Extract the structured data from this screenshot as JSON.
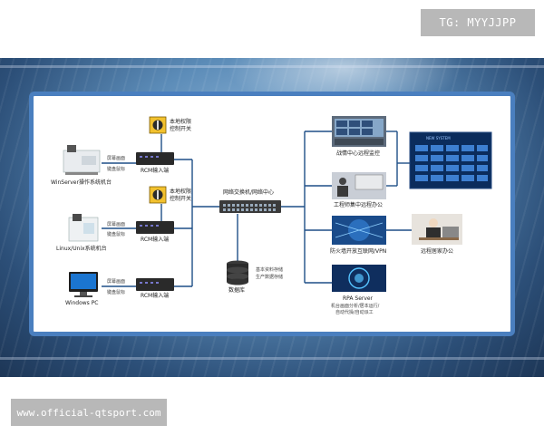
{
  "tag_label": "TG: MYYJJPP",
  "url_label": "www.official-qtsport.com",
  "local_switch_label": [
    "本地权限",
    "控制开关"
  ],
  "rcm_label": "RCM输入端",
  "screen_label": "屏幕画面",
  "kbd_label": "键盘鼠标",
  "hosts": [
    {
      "label": "WinServer操作系统机台"
    },
    {
      "label": "Linux/Unix系统机台"
    },
    {
      "label": "Windows PC"
    }
  ],
  "network_label": "网络交换机/网络中心",
  "database_label": "数据库",
  "database_note": [
    "基本资料存储",
    "生产数据存储"
  ],
  "outputs": [
    {
      "label": "战情中心远程监控"
    },
    {
      "label": "工程师集中远程办公"
    },
    {
      "label": "防火墙开放互联网/VPN"
    },
    {
      "label": "RPA Server"
    }
  ],
  "rpa_note": [
    "机台画面分析/居本运行/",
    "自动代操/自动派工"
  ],
  "remote_label": "远程居家办公",
  "dashboard_title": "NEW SYSTEM"
}
